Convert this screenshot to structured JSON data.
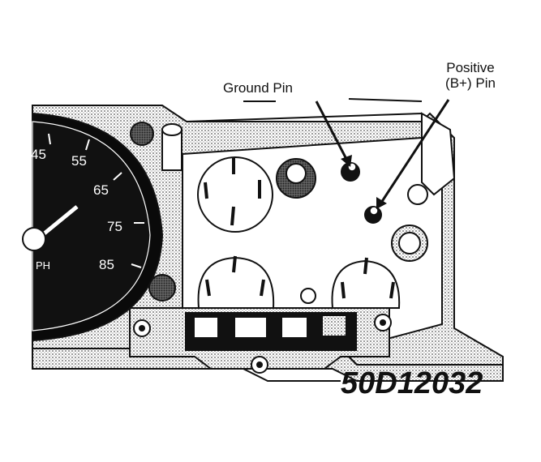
{
  "callouts": {
    "ground_pin": "Ground Pin",
    "positive_line1": "Positive",
    "positive_line2": "(B+) Pin"
  },
  "figure_id": "50D12032",
  "speedometer": {
    "marks": [
      "45",
      "55",
      "65",
      "75",
      "85"
    ],
    "unit_fragment": "PH"
  },
  "colors": {
    "ink": "#111111",
    "paper": "#ffffff",
    "halftone": "#9a9a9a"
  }
}
